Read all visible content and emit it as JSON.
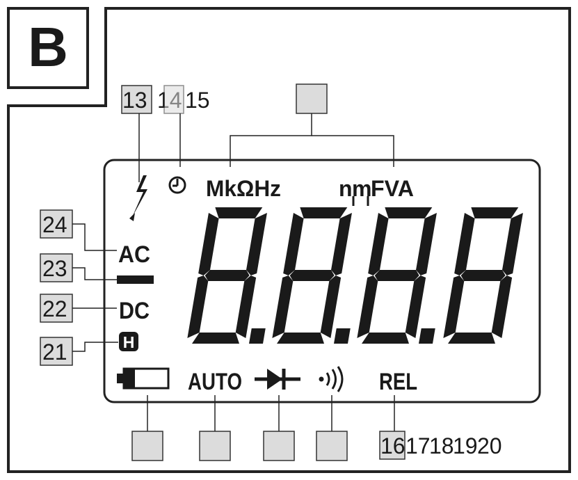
{
  "panel_letter": "B",
  "callouts": {
    "c13": "13",
    "c14": "14",
    "c15": "15",
    "c24": "24",
    "c23": "23",
    "c22": "22",
    "c21": "21",
    "c16": "16",
    "c17": "17",
    "c18": "18",
    "c19": "19",
    "c20": "20"
  },
  "lcd": {
    "units_left": "MkΩHz",
    "units_right_n": "n",
    "units_right_mu": "m",
    "units_right_fva": "FVA",
    "ac": "AC",
    "dc": "DC",
    "hold": "H",
    "auto": "AUTO",
    "rel": "REL",
    "digits": "8.8.8.8"
  }
}
